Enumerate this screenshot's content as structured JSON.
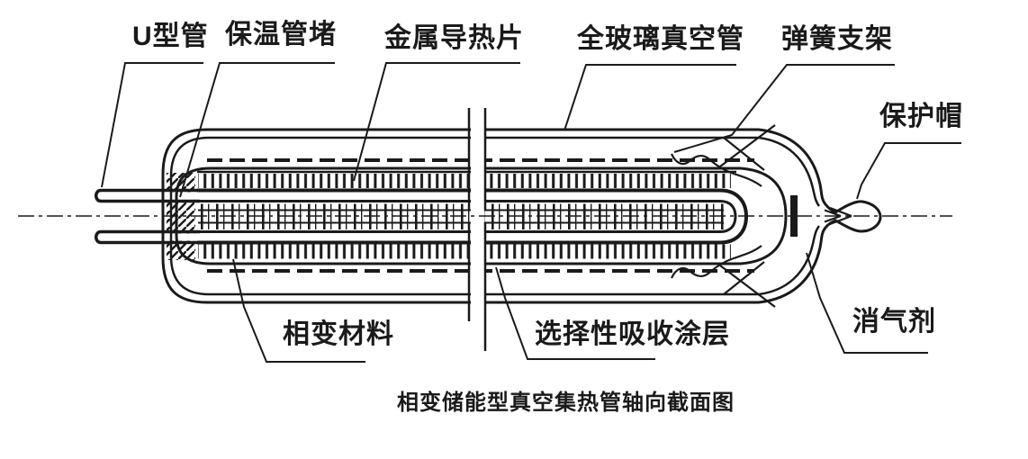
{
  "diagram": {
    "caption": "相变储能型真空集热管轴向截面图",
    "labels": {
      "u_tube": "U型管",
      "insulation_plug": "保温管堵",
      "metal_fin": "金属导热片",
      "glass_vacuum_tube": "全玻璃真空管",
      "spring_bracket": "弹簧支架",
      "protective_cap": "保护帽",
      "pcm": "相变材料",
      "selective_coating": "选择性吸收涂层",
      "getter": "消气剂"
    },
    "colors": {
      "ink": "#1a1a1a",
      "background": "#ffffff"
    }
  }
}
